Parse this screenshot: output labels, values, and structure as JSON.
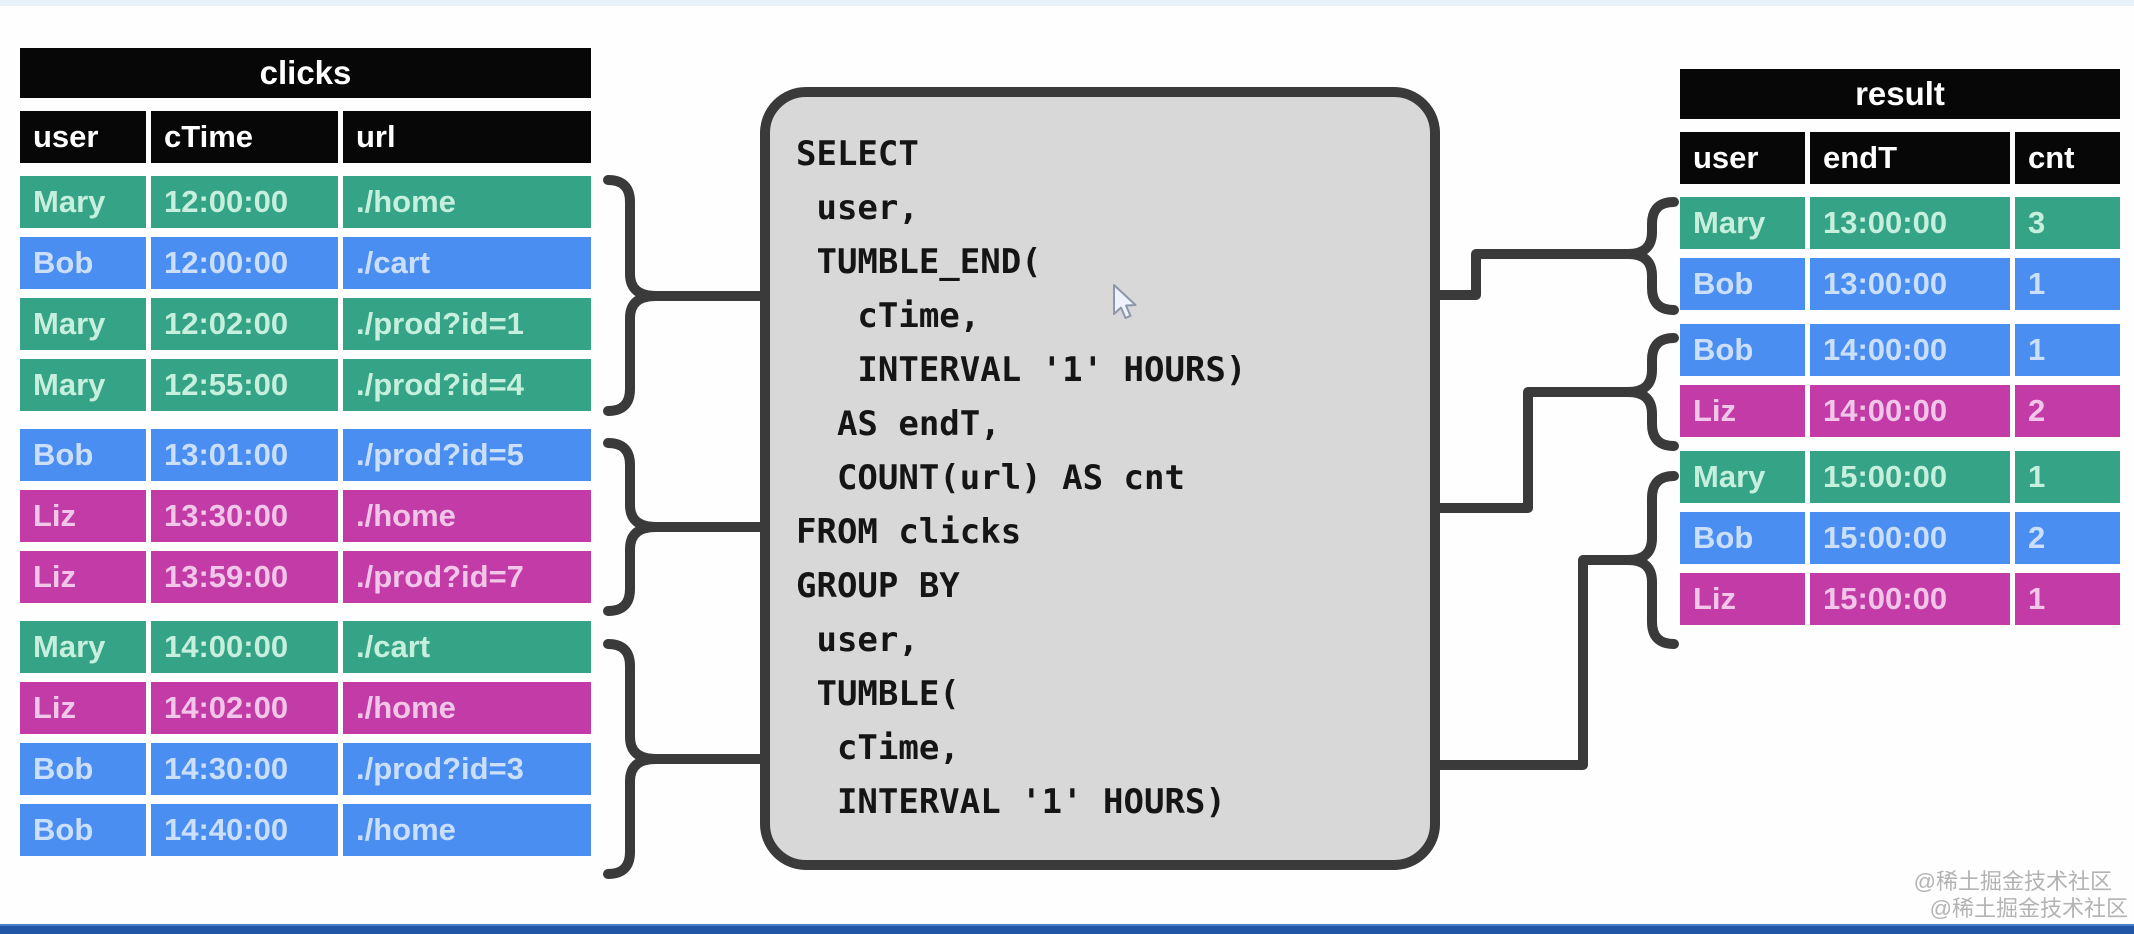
{
  "clicks_table": {
    "title": "clicks",
    "columns": [
      "user",
      "cTime",
      "url"
    ],
    "groups": [
      {
        "rows": [
          {
            "user": "Mary",
            "cTime": "12:00:00",
            "url": "./home",
            "color": "teal"
          },
          {
            "user": "Bob",
            "cTime": "12:00:00",
            "url": "./cart",
            "color": "blue"
          },
          {
            "user": "Mary",
            "cTime": "12:02:00",
            "url": "./prod?id=1",
            "color": "teal"
          },
          {
            "user": "Mary",
            "cTime": "12:55:00",
            "url": "./prod?id=4",
            "color": "teal"
          }
        ]
      },
      {
        "rows": [
          {
            "user": "Bob",
            "cTime": "13:01:00",
            "url": "./prod?id=5",
            "color": "blue"
          },
          {
            "user": "Liz",
            "cTime": "13:30:00",
            "url": "./home",
            "color": "magenta"
          },
          {
            "user": "Liz",
            "cTime": "13:59:00",
            "url": "./prod?id=7",
            "color": "magenta"
          }
        ]
      },
      {
        "rows": [
          {
            "user": "Mary",
            "cTime": "14:00:00",
            "url": "./cart",
            "color": "teal"
          },
          {
            "user": "Liz",
            "cTime": "14:02:00",
            "url": "./home",
            "color": "magenta"
          },
          {
            "user": "Bob",
            "cTime": "14:30:00",
            "url": "./prod?id=3",
            "color": "blue"
          },
          {
            "user": "Bob",
            "cTime": "14:40:00",
            "url": "./home",
            "color": "blue"
          }
        ]
      }
    ]
  },
  "sql_box": {
    "code_lines": [
      "SELECT",
      " user,",
      " TUMBLE_END(",
      "   cTime,",
      "   INTERVAL '1' HOURS)",
      "  AS endT,",
      "  COUNT(url) AS cnt",
      "FROM clicks",
      "GROUP BY",
      " user,",
      " TUMBLE(",
      "  cTime,",
      "  INTERVAL '1' HOURS)"
    ]
  },
  "result_table": {
    "title": "result",
    "columns": [
      "user",
      "endT",
      "cnt"
    ],
    "groups": [
      {
        "rows": [
          {
            "user": "Mary",
            "endT": "13:00:00",
            "cnt": "3",
            "color": "teal"
          },
          {
            "user": "Bob",
            "endT": "13:00:00",
            "cnt": "1",
            "color": "blue"
          }
        ]
      },
      {
        "rows": [
          {
            "user": "Bob",
            "endT": "14:00:00",
            "cnt": "1",
            "color": "blue"
          },
          {
            "user": "Liz",
            "endT": "14:00:00",
            "cnt": "2",
            "color": "magenta"
          }
        ]
      },
      {
        "rows": [
          {
            "user": "Mary",
            "endT": "15:00:00",
            "cnt": "1",
            "color": "teal"
          },
          {
            "user": "Bob",
            "endT": "15:00:00",
            "cnt": "2",
            "color": "blue"
          },
          {
            "user": "Liz",
            "endT": "15:00:00",
            "cnt": "1",
            "color": "magenta"
          }
        ]
      }
    ]
  },
  "watermark": {
    "line1": "@稀土掘金技术社区",
    "line2": "@稀土掘金技术社区"
  },
  "colors": {
    "teal": "#35a385",
    "teal_text": "#c6efdd",
    "blue": "#4a8ef2",
    "blue_text": "#cbdffb",
    "magenta": "#c23ba7",
    "magenta_text": "#f1c6e8",
    "header_bg": "#070707",
    "header_text": "#ffffff",
    "box_fill": "#d8d8d8",
    "box_border": "#3a3a3a",
    "connector": "#3a3a3a",
    "bottom_bar": "#2155a5"
  }
}
